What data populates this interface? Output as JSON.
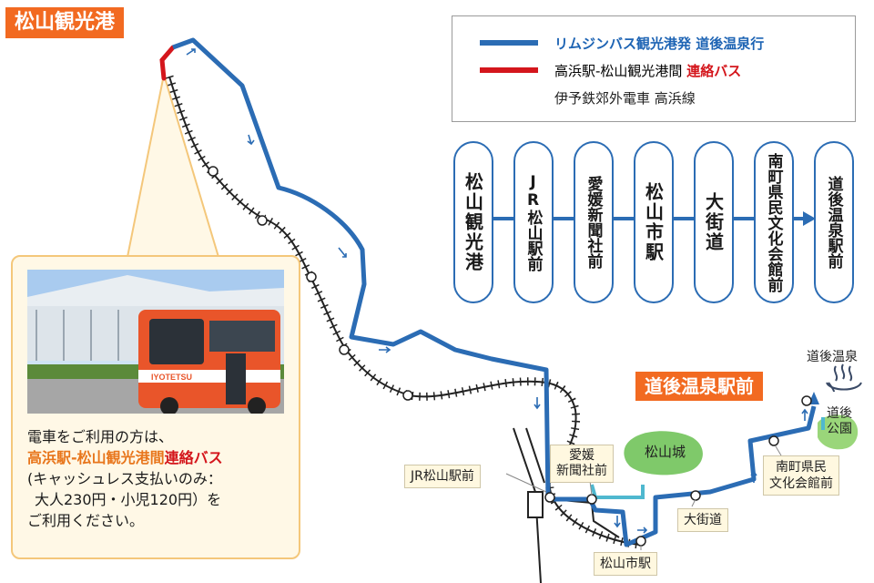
{
  "title_tag": "松山観光港",
  "destination_tag": "道後温泉駅前",
  "legend": {
    "limousine_main": "リムジンバス観光港発 ",
    "limousine_dest": "道後温泉行",
    "connection_main": "高浜駅-松山観光港間 ",
    "connection_red": "連絡バス",
    "train": "伊予鉄郊外電車 高浜線"
  },
  "route_stops": [
    "松山観光港",
    "JR松山駅前",
    "愛媛新聞社前",
    "松山市駅",
    "大街道",
    "南町県民文化会館前",
    "道後温泉駅前"
  ],
  "map_labels": {
    "jr_station": "JR松山駅前",
    "ehime_1": "愛媛",
    "ehime_2": "新聞社前",
    "castle": "松山城",
    "shi_eki": "松山市駅",
    "okaido": "大街道",
    "minami_1": "南町県民",
    "minami_2": "文化会館前",
    "onsen": "道後温泉",
    "park_1": "道後",
    "park_2": "公園"
  },
  "info": {
    "line1": "電車をご利用の方は、",
    "line2_orange": "高浜駅-松山観光港間",
    "line2_red": "連絡バス",
    "line3": "(キャッシュレス支払いのみ：",
    "line4": "大人230円・小児120円）を",
    "line5": "ご利用ください。"
  },
  "bus_brand": "IYOTETSU",
  "colors": {
    "bus_route": "#2b6cb4",
    "connection_route": "#d4161c",
    "accent_orange": "#f26a21",
    "park_green": "#9ad67a",
    "castle_green": "#7fc96a",
    "canal_cyan": "#4fb8cf"
  }
}
